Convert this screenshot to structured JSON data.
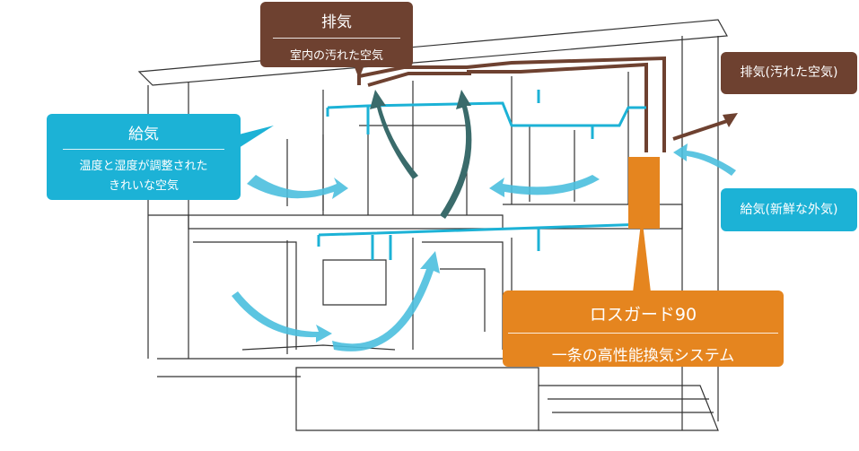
{
  "callouts": {
    "exhaust_top": {
      "title": "排気",
      "subtitle": "室内の汚れた空気"
    },
    "supply_left": {
      "title": "給気",
      "subtitle_line1": "温度と湿度が調整された",
      "subtitle_line2": "きれいな空気"
    },
    "exhaust_right": {
      "label": "排気(汚れた空気)"
    },
    "supply_right": {
      "label": "給気(新鮮な外気)"
    },
    "losgard": {
      "title": "ロスガード90",
      "subtitle": "一条の高性能換気システム"
    }
  },
  "colors": {
    "exhaust": "#6e4130",
    "supply": "#1cb2d6",
    "unit": "#e5851f"
  }
}
